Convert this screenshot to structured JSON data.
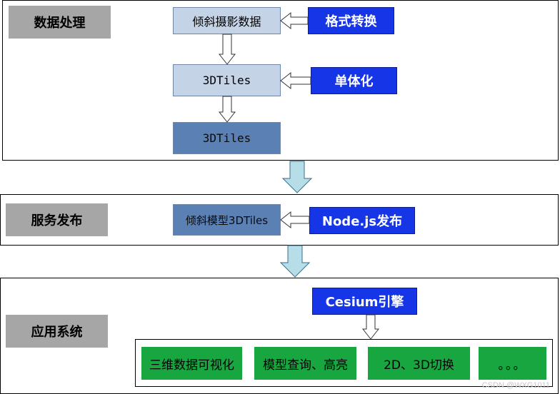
{
  "sections": {
    "data_processing": {
      "label": "数据处理",
      "oblique_data": "倾斜摄影数据",
      "format_convert": "格式转换",
      "tiles_light": "3DTiles",
      "monomer": "单体化",
      "tiles_dark": "3DTiles"
    },
    "service": {
      "label": "服务发布",
      "oblique_model": "倾斜模型3DTiles",
      "node_publish": "Node.js发布"
    },
    "application": {
      "label": "应用系统",
      "cesium": "Cesium引擎",
      "features": [
        "三维数据可视化",
        "模型查询、高亮",
        "2D、3D切换",
        "。。。"
      ]
    }
  },
  "watermark": "CSDN @WXG1011",
  "colors": {
    "label_gray": "#a6a6a6",
    "box_light": "#c5d3e6",
    "box_dark": "#5a80b4",
    "blue": "#1535e6",
    "green": "#18a640",
    "arrow_fill_light": "#b7dde8"
  }
}
